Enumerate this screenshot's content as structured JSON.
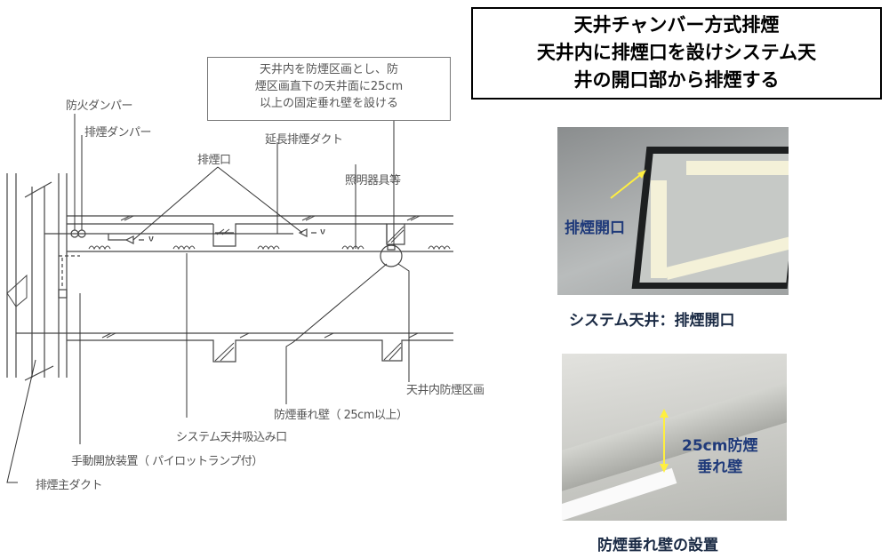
{
  "title": {
    "lines": [
      "天井チャンバー方式排煙",
      "天井内に排煙口を設けシステム天",
      "井の開口部から排煙する"
    ]
  },
  "diagram": {
    "note": [
      "天井内を防煙区画とし、防",
      "煙区画直下の天井面に25cm",
      "以上の固定垂れ壁を設ける"
    ],
    "labels": {
      "fire_damper": "防火ダンパー",
      "smoke_damper": "排煙ダンパー",
      "extension_duct": "延長排煙ダクト",
      "smoke_outlet": "排煙口",
      "lighting": "照明器具等",
      "ceiling_compartment": "天井内防煙区画",
      "hanging_wall": "防煙垂れ壁（ 25cm以上）",
      "ceiling_intake": "システム天井吸込み口",
      "manual_release": "手動開放装置（ パイロットランプ付）",
      "main_duct": "排煙主ダクト"
    }
  },
  "photos": [
    {
      "caption": "システム天井：排煙開口",
      "label": "排煙開口"
    },
    {
      "caption": "防煙垂れ壁の設置",
      "label": [
        "25cm防煙",
        "垂れ壁"
      ]
    }
  ]
}
